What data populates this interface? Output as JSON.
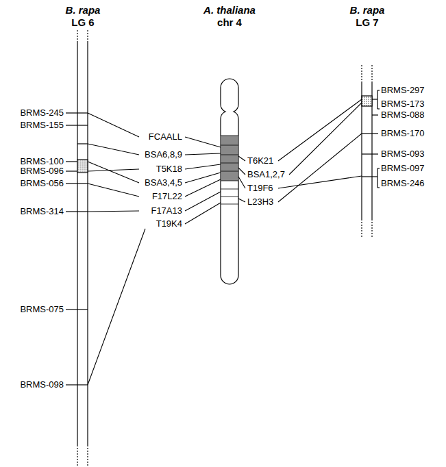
{
  "diagram": {
    "labels": [
      "B. rapa",
      "LG 6",
      "A. thaliana",
      "chr 4",
      "B. rapa",
      "LG 7",
      "BRMS-245",
      "BRMS-155",
      "BRMS-100",
      "BRMS-096",
      "BRMS-056",
      "BRMS-314",
      "BRMS-075",
      "BRMS-098",
      "FCAALL",
      "BSA6,8,9",
      "T5K18",
      "BSA3,4,5",
      "F17L22",
      "F17A13",
      "T19K4",
      "T6K21",
      "BSA1,2,7",
      "T19F6",
      "L23H3",
      "BRMS-297",
      "BRMS-173",
      "BRMS-088",
      "BRMS-170",
      "BRMS-093",
      "BRMS-097",
      "BRMS-246"
    ]
  }
}
